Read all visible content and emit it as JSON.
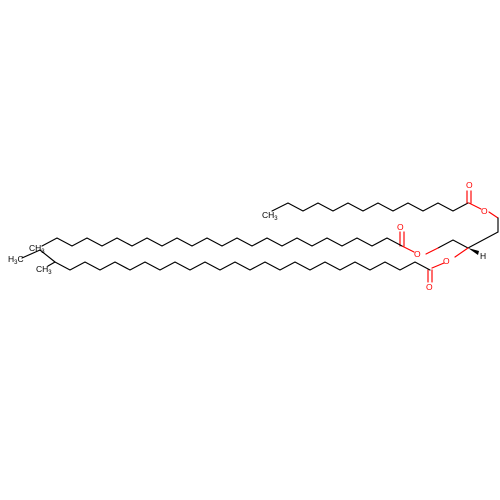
{
  "atoms": {
    "o_chain1_ester": "O",
    "o_chain1_carbonyl": "O",
    "o_chain2_ester": "O",
    "o_chain2_carbonyl": "O",
    "o_chain3_ester": "O",
    "o_chain3_carbonyl": "O",
    "h_stereo": "H"
  },
  "terminals": {
    "chain1": {
      "main": "CH",
      "sub": "3"
    },
    "chain2": {
      "main": "CH",
      "sub": "3"
    },
    "chain3_methyl": {
      "main": "CH",
      "sub": "3"
    },
    "chain3_ethyl": {
      "main": "H",
      "sub": "3",
      "tail": "C"
    }
  },
  "colors": {
    "bond": "#000000",
    "oxygen": "#ff0000",
    "background": "#ffffff"
  }
}
